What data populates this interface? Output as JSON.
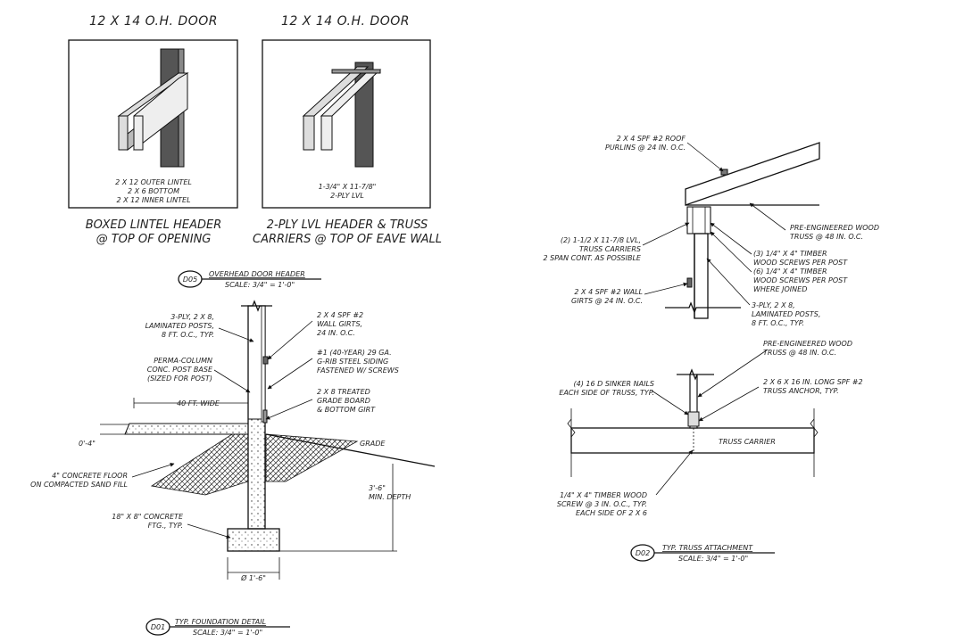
{
  "detail_top_left": {
    "title": "12 X 14 O.H. DOOR",
    "notes": [
      "2 X 12 OUTER LINTEL",
      "2 X 6 BOTTOM",
      "2 X 12 INNER LINTEL"
    ],
    "caption": [
      "BOXED LINTEL HEADER",
      "@ TOP OF OPENING"
    ]
  },
  "detail_top_right": {
    "title": "12 X 14 O.H. DOOR",
    "notes": [
      "1-3/4\" X 11-7/8\"",
      "2-PLY LVL"
    ],
    "caption": [
      "2-PLY LVL HEADER & TRUSS",
      "CARRIERS @ TOP OF EAVE WALL"
    ]
  },
  "d05": {
    "id": "D05",
    "title": "OVERHEAD DOOR HEADER",
    "scale": "SCALE: 3/4\" = 1'-0\""
  },
  "d01": {
    "id": "D01",
    "title": "TYP. FOUNDATION DETAIL",
    "scale": "SCALE: 3/4\" = 1'-0\"",
    "labels": {
      "posts": [
        "3-PLY, 2 X 8,",
        "LAMINATED POSTS,",
        "8 FT. O.C., TYP."
      ],
      "girts": [
        "2 X 4 SPF #2",
        "WALL GIRTS,",
        "24 IN. O.C."
      ],
      "base": [
        "PERMA-COLUMN",
        "CONC. POST BASE",
        "(SIZED FOR POST)"
      ],
      "siding": [
        "#1 (40-YEAR) 29 GA.",
        "G-RIB STEEL SIDING",
        "FASTENED W/ SCREWS"
      ],
      "width": "40 FT. WIDE",
      "grade_board": [
        "2 X 8 TREATED",
        "GRADE BOARD",
        "& BOTTOM GIRT"
      ],
      "grade": "GRADE",
      "slab_dim": "0'-4\"",
      "floor": [
        "4\" CONCRETE FLOOR",
        "ON COMPACTED SAND FILL"
      ],
      "depth": [
        "3'-6\"",
        "MIN. DEPTH"
      ],
      "footing": [
        "18\" X 8\" CONCRETE",
        "FTG., TYP."
      ],
      "footing_dim": "Ø 1'-6\""
    }
  },
  "d02": {
    "id": "D02",
    "title": "TYP. TRUSS ATTACHMENT",
    "scale": "SCALE: 3/4\" = 1'-0\"",
    "labels": {
      "purlins": [
        "2 X 4 SPF #2 ROOF",
        "PURLINS @ 24 IN. O.C."
      ],
      "truss1": [
        "PRE-ENGINEERED WOOD",
        "TRUSS @ 48 IN. O.C."
      ],
      "carriers": [
        "(2) 1-1/2 X 11-7/8 LVL,",
        "TRUSS CARRIERS",
        "2 SPAN CONT. AS POSSIBLE"
      ],
      "screws": [
        "(3) 1/4\" X 4\" TIMBER",
        "WOOD SCREWS PER POST",
        "(6) 1/4\" X 4\" TIMBER",
        "WOOD SCREWS PER POST",
        "WHERE JOINED"
      ],
      "wall_girts": [
        "2 X 4 SPF #2 WALL",
        "GIRTS @ 24 IN. O.C."
      ],
      "posts": [
        "3-PLY, 2 X 8,",
        "LAMINATED POSTS,",
        "8 FT. O.C., TYP."
      ],
      "truss2": [
        "PRE-ENGINEERED WOOD",
        "TRUSS @ 48 IN. O.C."
      ],
      "nails": [
        "(4) 16 D SINKER NAILS",
        "EACH SIDE OF TRUSS, TYP."
      ],
      "anchor": [
        "2 X 6 X 16 IN. LONG SPF #2",
        "TRUSS ANCHOR, TYP."
      ],
      "carrier": "TRUSS CARRIER",
      "screw2": [
        "1/4\" X 4\" TIMBER WOOD",
        "SCREW @ 3 IN. O.C., TYP.",
        "EACH SIDE OF 2 X 6"
      ]
    }
  }
}
